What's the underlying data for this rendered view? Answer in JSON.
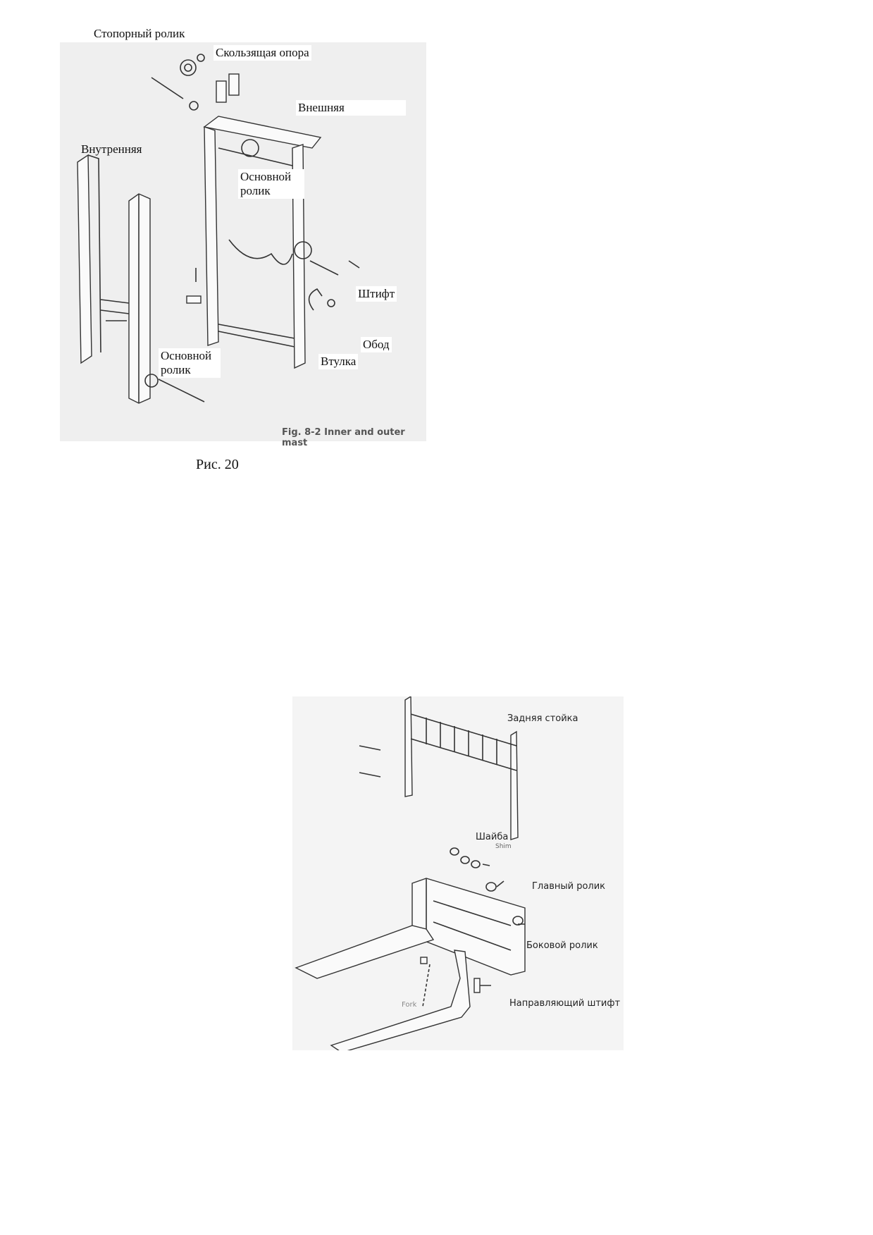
{
  "figure1": {
    "labels": {
      "stop_roller": "Стопорный ролик",
      "slide_support": "Скользящая опора",
      "outer": "Внешняя",
      "inner": "Внутренняя",
      "main_roller_top": "Основной ролик",
      "pin": "Штифт",
      "rim": "Обод",
      "bushing": "Втулка",
      "main_roller_bottom": "Основной ролик"
    },
    "original_caption": "Fig. 8-2 Inner and outer mast",
    "caption": "Рис. 20"
  },
  "figure2": {
    "labels": {
      "back_rest": "Задняя стойка",
      "washer": "Шайба",
      "shim": "Shim",
      "main_roller": "Главный ролик",
      "side_roller": "Боковой ролик",
      "guide_pin": "Направляющий штифт",
      "fork": "Fork"
    }
  }
}
